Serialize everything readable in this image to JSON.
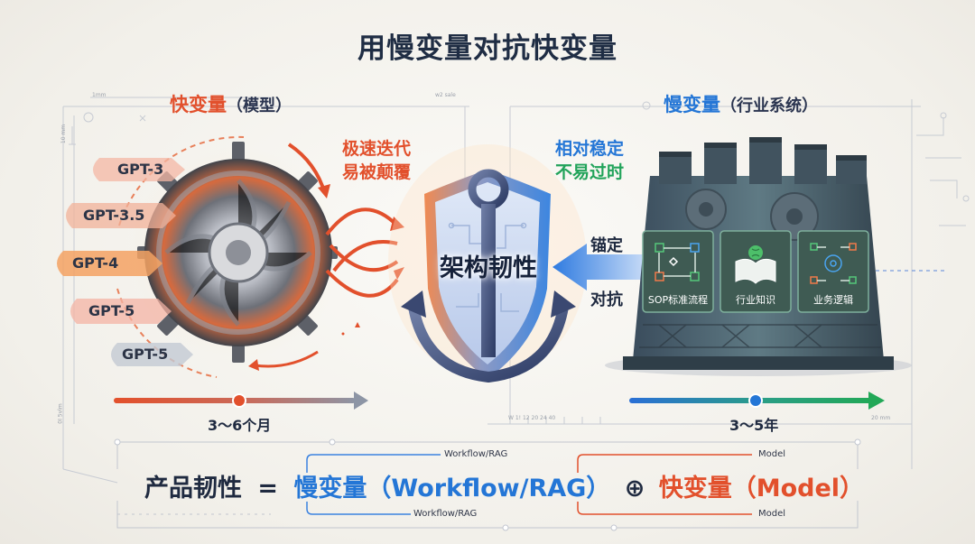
{
  "title": "用慢变量对抗快变量",
  "left_header": {
    "main": "快变量",
    "sub": "（模型）"
  },
  "right_header": {
    "main": "慢变量",
    "sub": "（行业系统）"
  },
  "model_pills": [
    "GPT-3",
    "GPT-3.5",
    "GPT-4",
    "GPT-5",
    "GPT-5"
  ],
  "fast_callout": [
    "极速迭代",
    "易被颠覆"
  ],
  "slow_callout": [
    "相对稳定",
    "不易过时"
  ],
  "center_label": "架构韧性",
  "anchor_labels": {
    "top": "锚定",
    "bottom": "对抗"
  },
  "cards": [
    "SOP标准流程",
    "行业知识",
    "业务逻辑"
  ],
  "timelines": {
    "left": "3～6个月",
    "right": "3～5年"
  },
  "formula": {
    "lhs": "产品韧性",
    "eq": "=",
    "slow": "慢变量（Workflow/RAG）",
    "op": "⊕",
    "fast": "快变量（Model）"
  },
  "formula_notes": {
    "slow_top": "Workflow/RAG",
    "slow_bottom": "Workflow/RAG",
    "fast_top": "Model",
    "fast_bottom": "Model"
  },
  "fine_print": {
    "scale_top": "1mm",
    "scale_right": "w2 sale",
    "left_vertical_1": "10 mm",
    "left_vertical_2": "0I 5vlm",
    "bottom_ticks": "W 1!  12  20  24  40",
    "bottom_right": "20 mm"
  },
  "colors": {
    "fast": "#e2502c",
    "slow": "#2476d6",
    "stable": "#21a35a",
    "dark": "#1f2d44",
    "card": "#3f5b53"
  }
}
